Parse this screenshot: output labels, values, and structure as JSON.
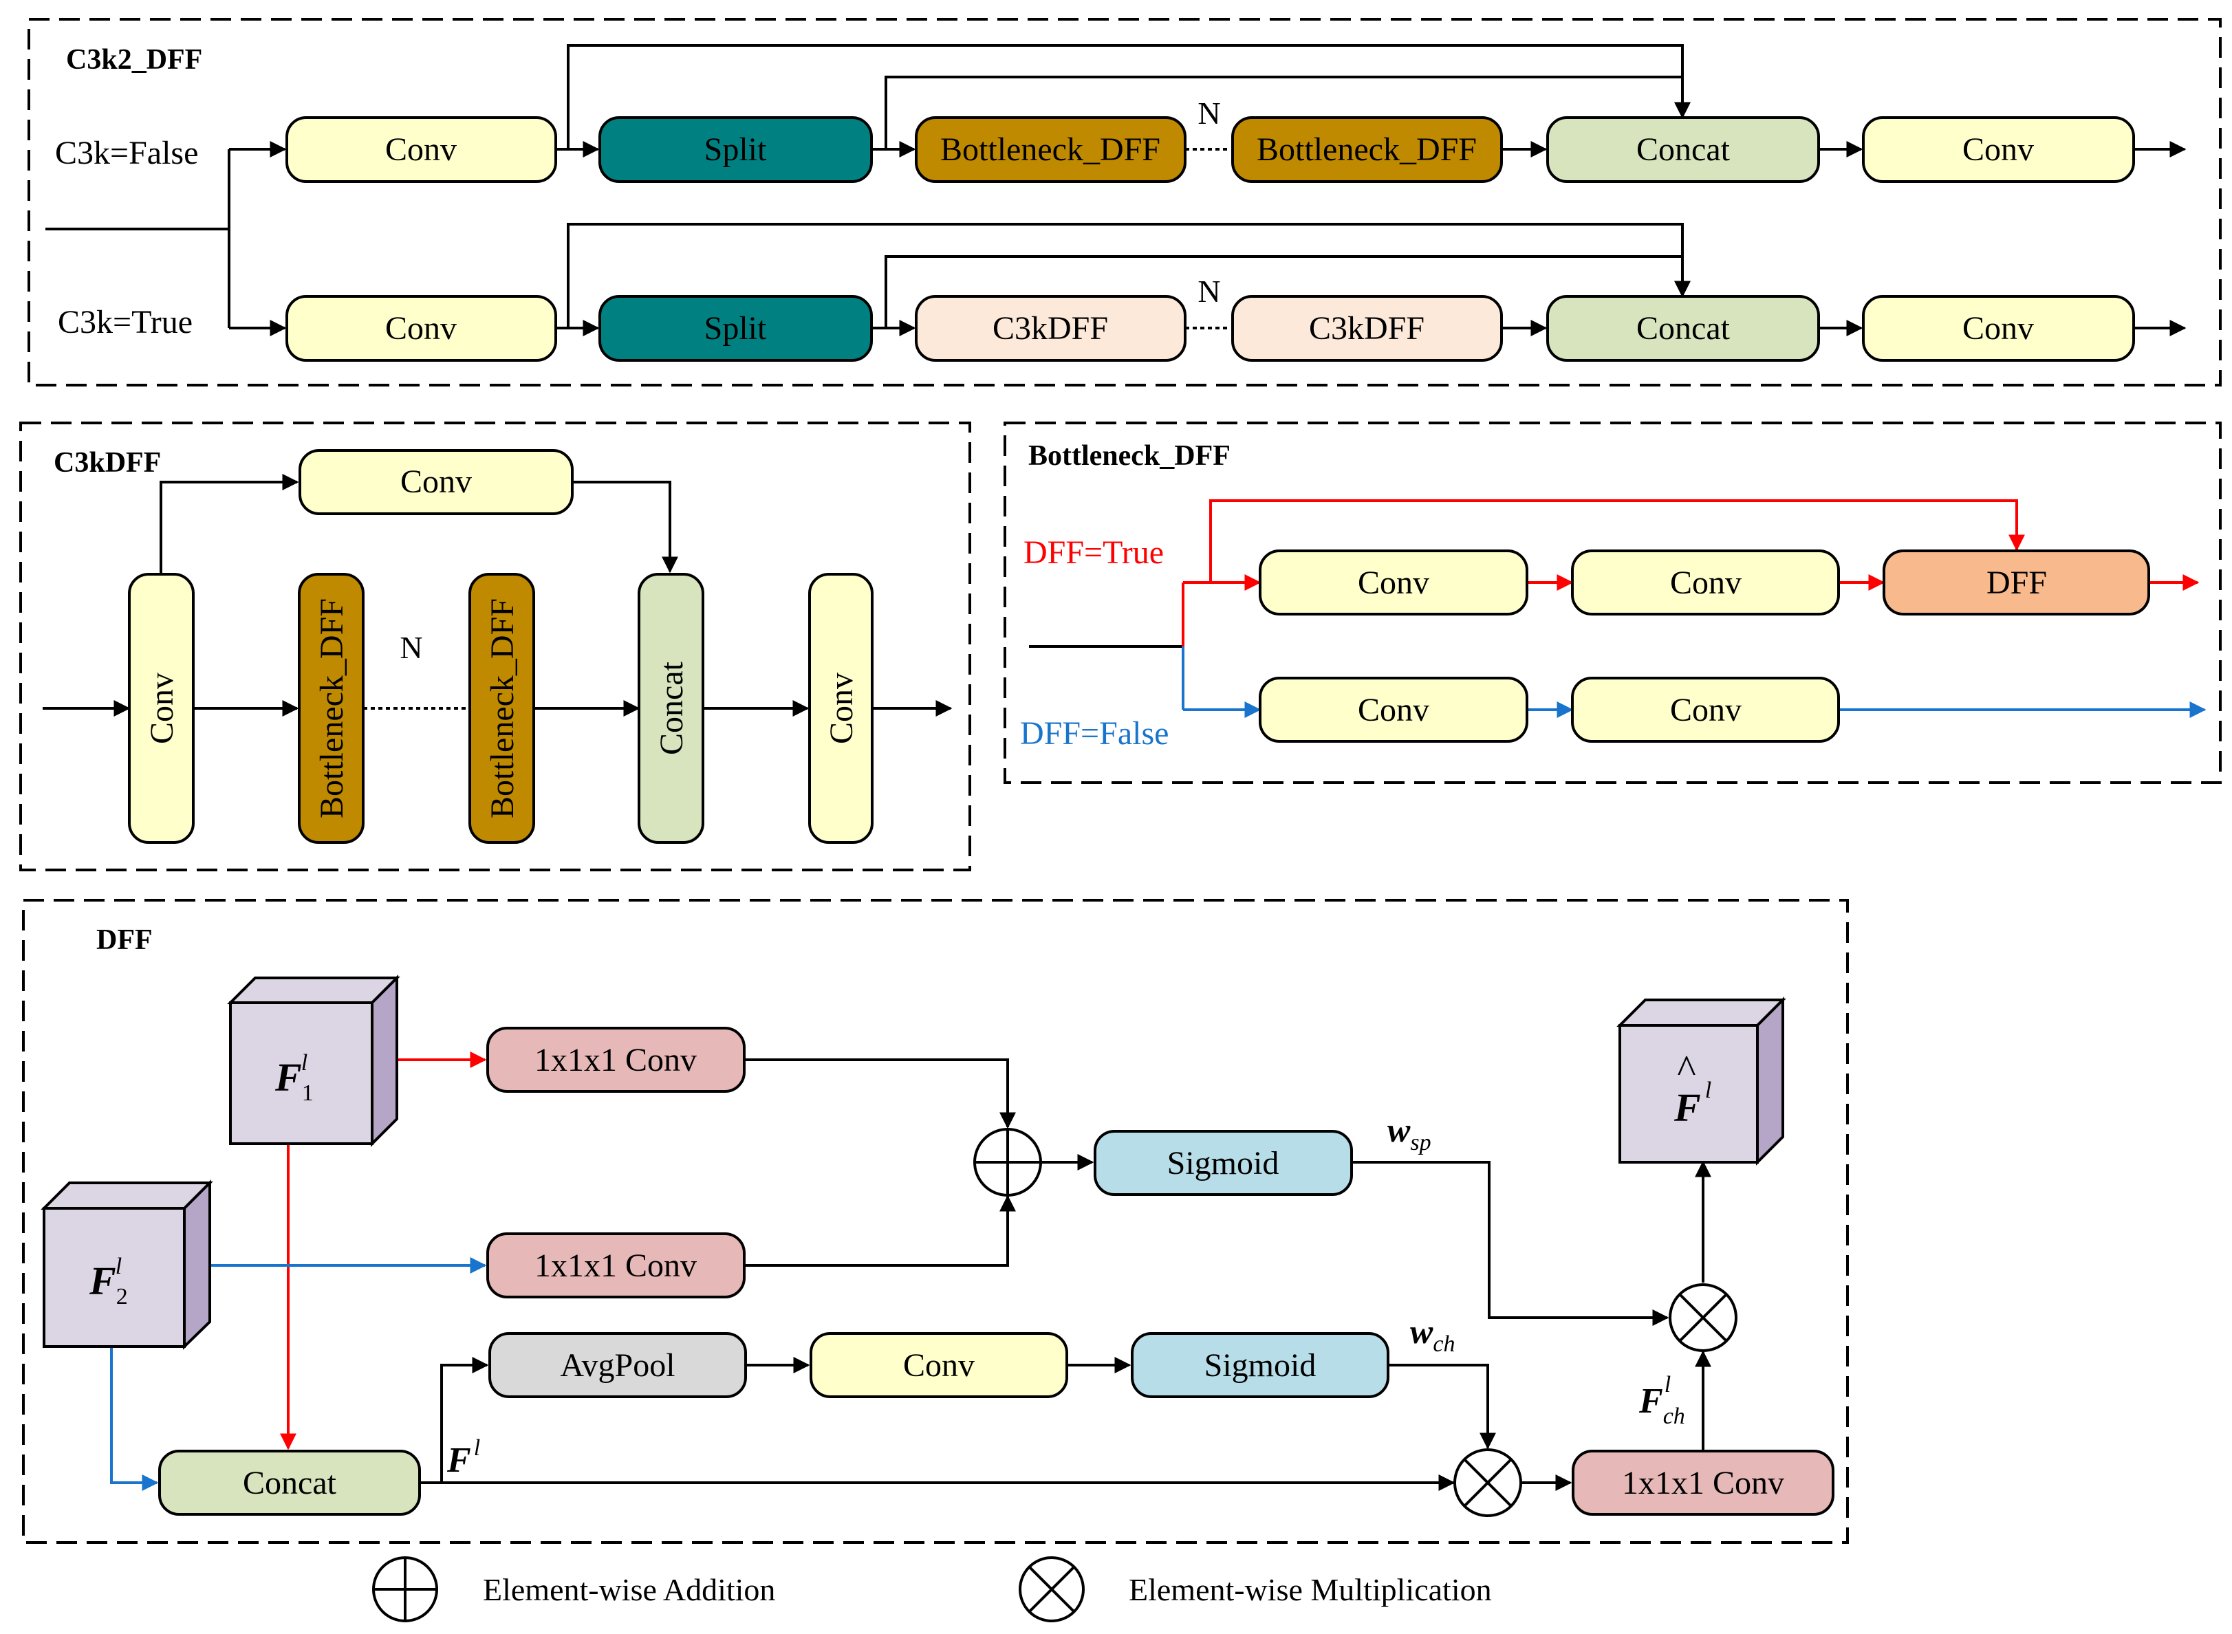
{
  "colors": {
    "conv": "#ffffcc",
    "split": "#008080",
    "bottleneck": "#bf8a00",
    "c3kdff": "#fde9d9",
    "concat": "#d7e4bd",
    "dff": "#f8b98c",
    "conv1x1": "#e6b9b8",
    "sigmoid": "#b7dde8",
    "avgpool": "#d9d9d9",
    "cube_front": "#dcd6e4",
    "cube_side": "#b5a6c7",
    "red_path": "#ff0000",
    "blue_path": "#1874cd"
  },
  "c3k2": {
    "title": "C3k2_DFF",
    "branch_false": "C3k=False",
    "branch_true": "C3k=True",
    "row_false": [
      "Conv",
      "Split",
      "Bottleneck_DFF",
      "Bottleneck_DFF",
      "Concat",
      "Conv"
    ],
    "row_true": [
      "Conv",
      "Split",
      "C3kDFF",
      "C3kDFF",
      "Concat",
      "Conv"
    ],
    "n_label": "N"
  },
  "c3kdff": {
    "title": "C3kDFF",
    "top_conv": "Conv",
    "blocks": [
      "Conv",
      "Bottleneck_DFF",
      "Bottleneck_DFF",
      "Concat",
      "Conv"
    ],
    "n_label": "N"
  },
  "bottleneck": {
    "title": "Bottleneck_DFF",
    "true_label": "DFF=True",
    "false_label": "DFF=False",
    "top_row": [
      "Conv",
      "Conv",
      "DFF"
    ],
    "bottom_row": [
      "Conv",
      "Conv"
    ]
  },
  "dff": {
    "title": "DFF",
    "f1_label": "F",
    "f1_sub": "1",
    "f1_sup": "l",
    "f2_label": "F",
    "f2_sub": "2",
    "f2_sup": "l",
    "out_label": "F",
    "out_hat": "^",
    "out_sup": "l",
    "conv_top": "1x1x1 Conv",
    "conv_mid": "1x1x1 Conv",
    "sigmoid_sp": "Sigmoid",
    "avgpool": "AvgPool",
    "conv": "Conv",
    "sigmoid_ch": "Sigmoid",
    "concat": "Concat",
    "conv_out": "1x1x1 Conv",
    "w_sp": "w",
    "w_sp_sub": "sp",
    "w_ch": "w",
    "w_ch_sub": "ch",
    "fl": "F",
    "fl_sup": "l",
    "fch": "F",
    "fch_sub": "ch",
    "fch_sup": "l"
  },
  "legend": {
    "addition": "Element-wise Addition",
    "multiplication": "Element-wise Multiplication"
  }
}
